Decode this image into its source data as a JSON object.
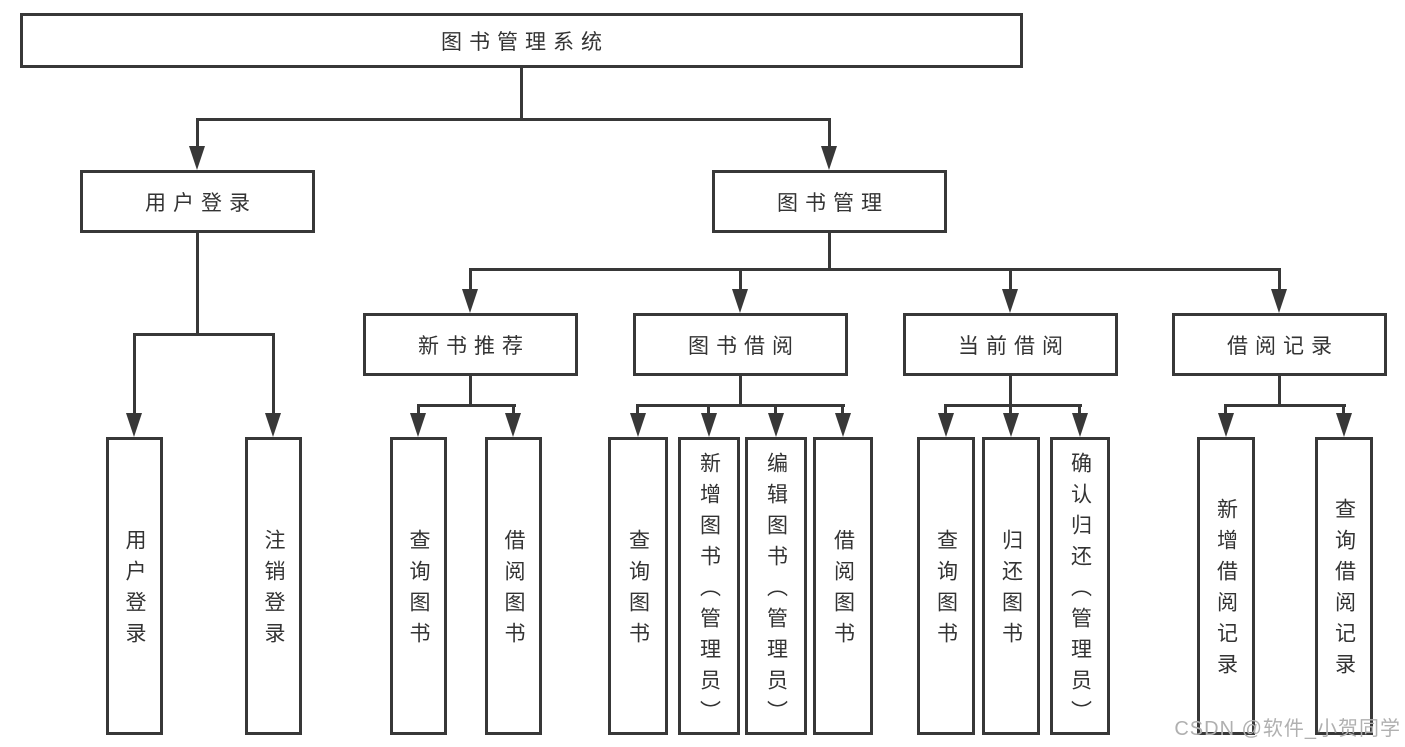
{
  "diagram": {
    "type": "hierarchy-tree",
    "root": {
      "label": "图书管理系统"
    },
    "level2": {
      "user_login": {
        "label": "用户登录"
      },
      "book_mgmt": {
        "label": "图书管理"
      }
    },
    "level3": {
      "new_book": {
        "label": "新书推荐"
      },
      "book_borrow": {
        "label": "图书借阅"
      },
      "current_borrow": {
        "label": "当前借阅"
      },
      "borrow_record": {
        "label": "借阅记录"
      }
    },
    "leaves": {
      "user_login": [
        "用户登录",
        "注销登录"
      ],
      "new_book": [
        "查询图书",
        "借阅图书"
      ],
      "book_borrow": [
        "查询图书",
        "新增图书（管理员）",
        "编辑图书（管理员）",
        "借阅图书"
      ],
      "current_borrow": [
        "查询图书",
        "归还图书",
        "确认归还（管理员）"
      ],
      "borrow_record": [
        "新增借阅记录",
        "查询借阅记录"
      ]
    },
    "watermark": "CSDN @软件_小贺同学",
    "colors": {
      "line": "#383838",
      "text": "#333333",
      "box_fill": "#ffffff",
      "background": "#ffffff",
      "watermark": "#b0b0b0"
    }
  }
}
